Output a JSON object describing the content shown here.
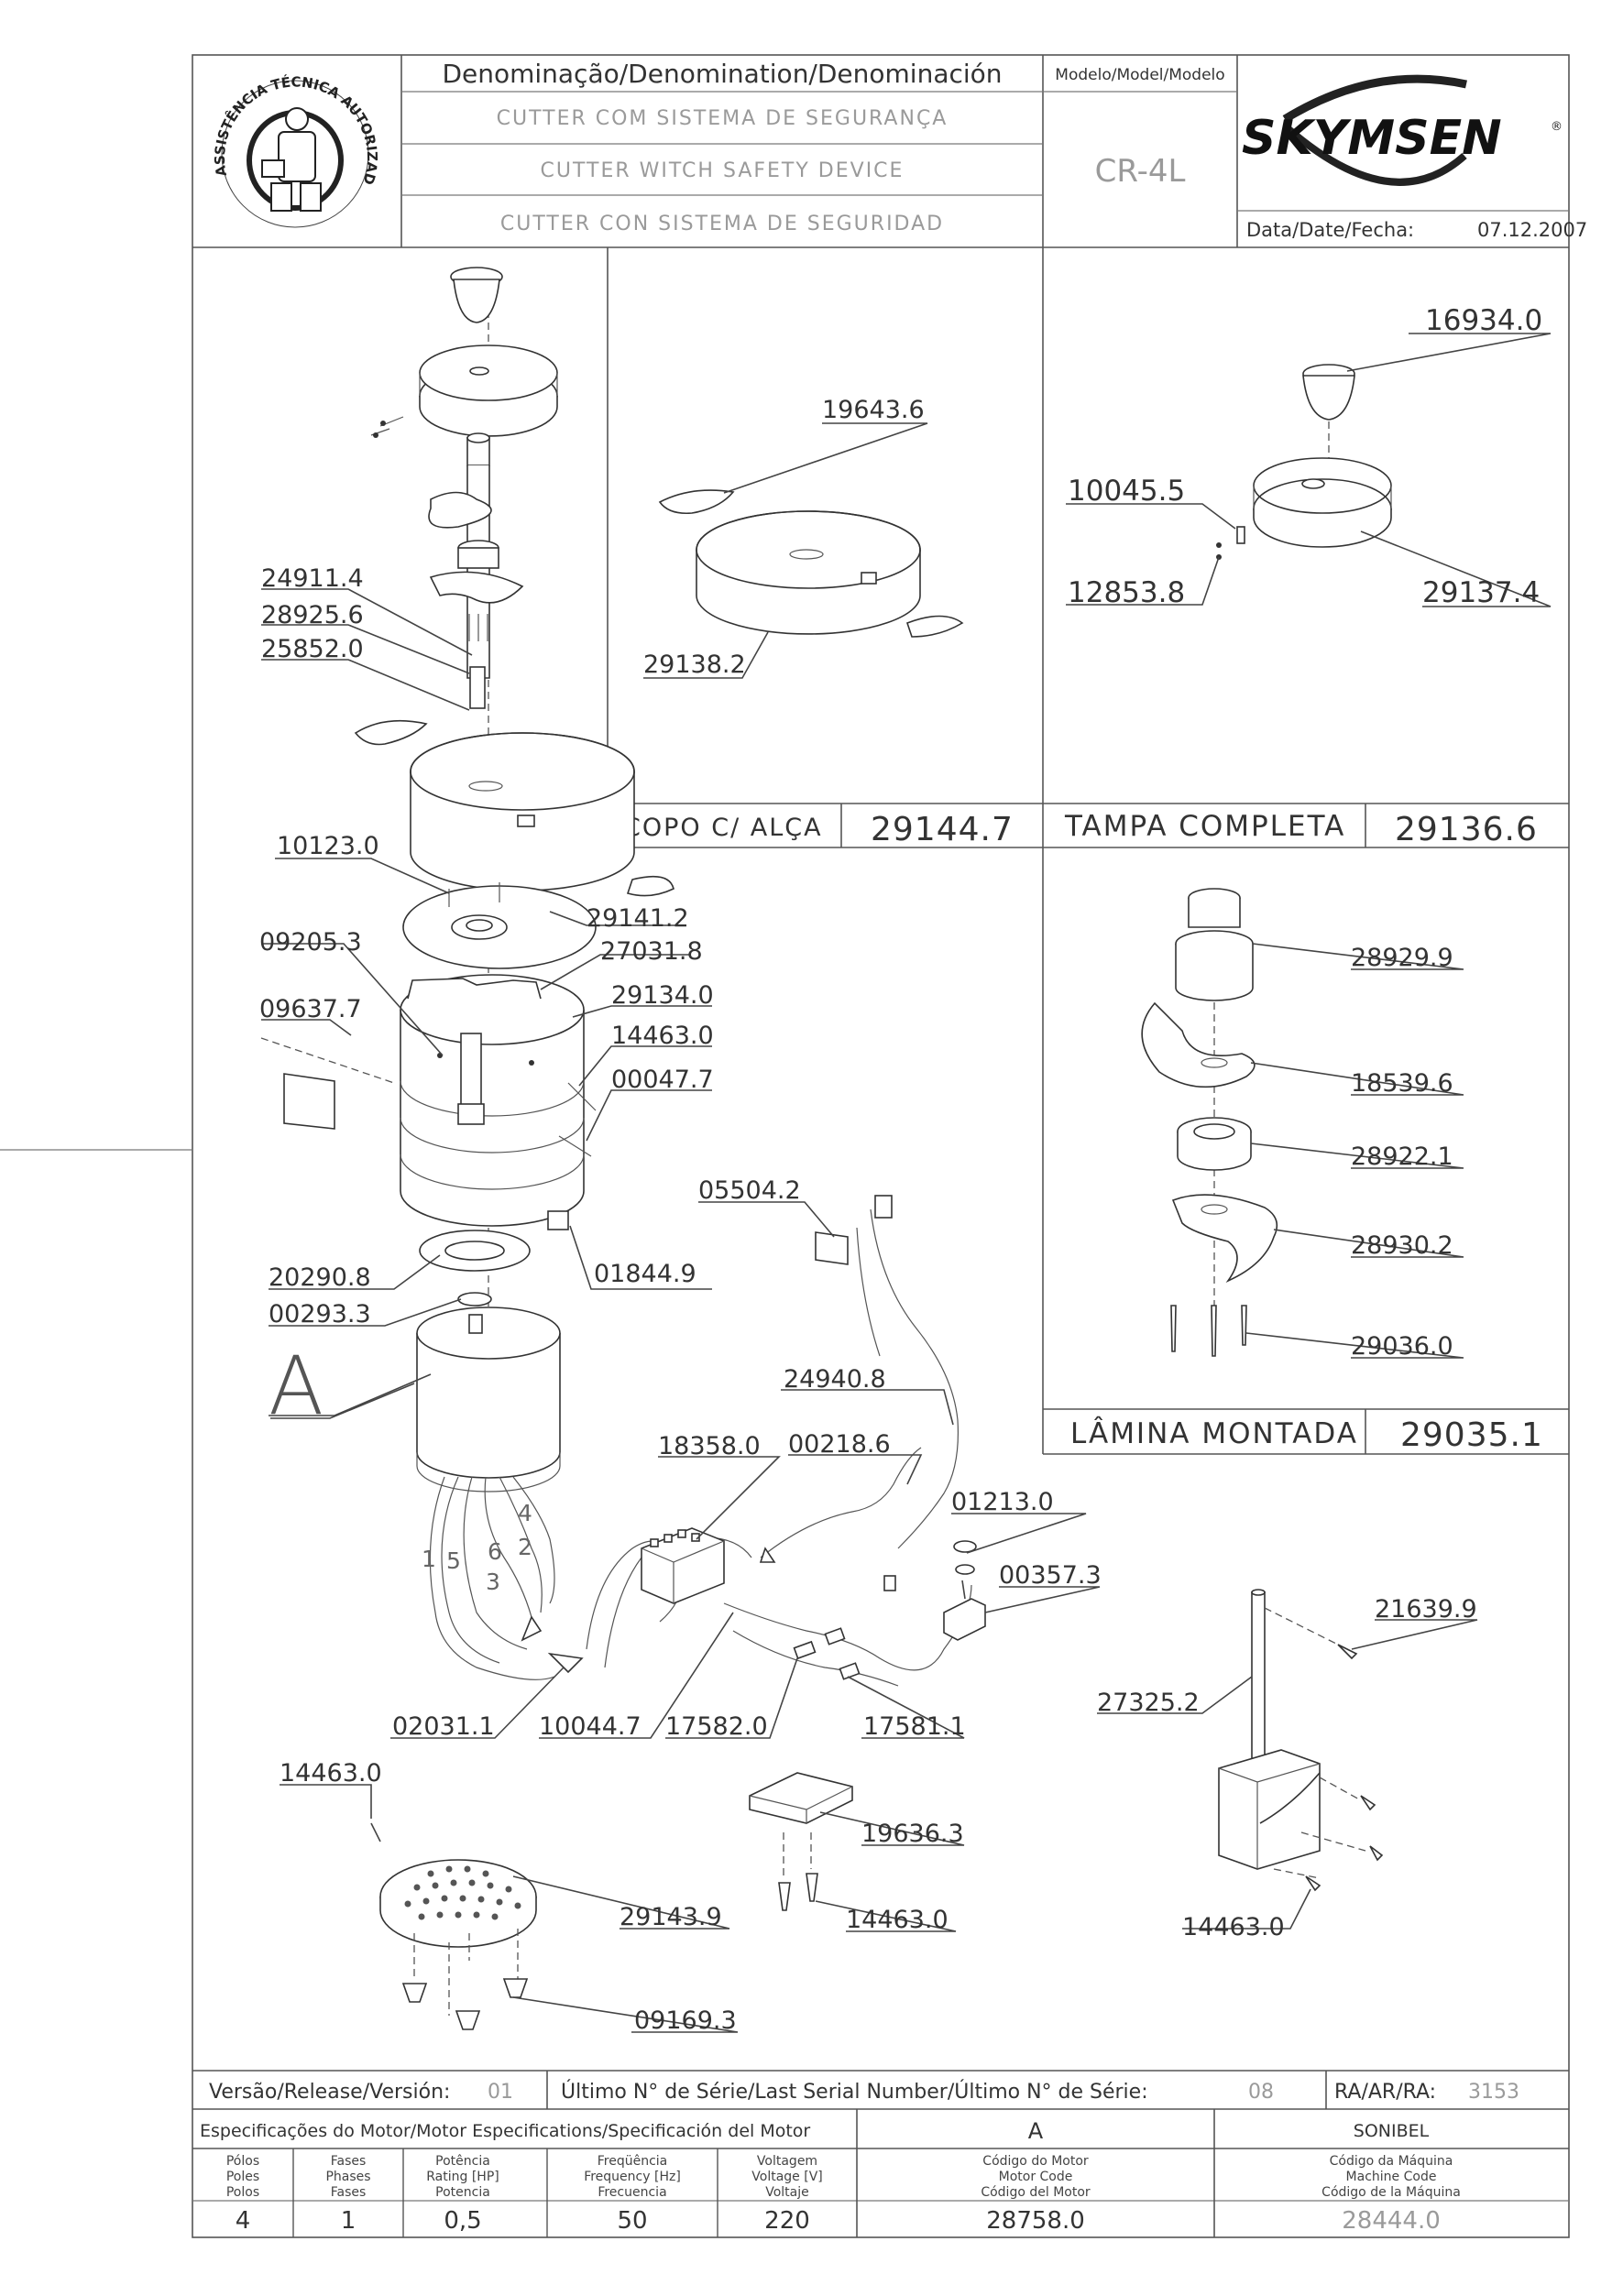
{
  "header": {
    "denomination_label": "Denominação/Denomination/Denominación",
    "name_pt": "CUTTER COM SISTEMA DE SEGURANÇA",
    "name_en": "CUTTER WITCH SAFETY DEVICE",
    "name_es": "CUTTER CON SISTEMA DE SEGURIDAD",
    "model_label": "Modelo/Model/Modelo",
    "model_value": "CR-4L",
    "brand": "SKYMSEN",
    "date_label": "Data/Date/Fecha:",
    "date_value": "07.12.2007",
    "stamp_text": "ASSISTÊNCIA TÉCNICA AUTORIZADA"
  },
  "panels": {
    "copo": {
      "title": "COPO C/ ALÇA",
      "code": "29144.7"
    },
    "tampa": {
      "title": "TAMPA COMPLETA",
      "code": "29136.6"
    },
    "lamina": {
      "title": "LÂMINA MONTADA",
      "code": "29035.1"
    }
  },
  "labels": {
    "p24911": "24911.4",
    "p28925": "28925.6",
    "p25852": "25852.0",
    "p10123": "10123.0",
    "p29141": "29141.2",
    "p09205": "09205.3",
    "p27031": "27031.8",
    "p09637": "09637.7",
    "p29134": "29134.0",
    "p14463a": "14463.0",
    "p00047": "00047.7",
    "p01844": "01844.9",
    "p20290": "20290.8",
    "p00293": "00293.3",
    "pA": "A",
    "p05504": "05504.2",
    "p24940": "24940.8",
    "p18358": "18358.0",
    "p00218": "00218.6",
    "p01213": "01213.0",
    "p00357": "00357.3",
    "p02031": "02031.1",
    "p10044": "10044.7",
    "p17582": "17582.0",
    "p17581": "17581.1",
    "p14463b": "14463.0",
    "p29143": "29143.9",
    "p09169": "09169.3",
    "p19636": "19636.3",
    "p14463c": "14463.0",
    "p21639": "21639.9",
    "p27325": "27325.2",
    "p14463d": "14463.0",
    "p19643": "19643.6",
    "p29138": "29138.2",
    "p16934": "16934.0",
    "p10045": "10045.5",
    "p12853": "12853.8",
    "p29137": "29137.4",
    "p28929": "28929.9",
    "p18539": "18539.6",
    "p28922": "28922.1",
    "p28930": "28930.2",
    "p29036": "29036.0",
    "w1": "1",
    "w5": "5",
    "w6": "6",
    "w3": "3",
    "w2": "2",
    "w4": "4"
  },
  "footer": {
    "version_label": "Versão/Release/Versión:",
    "version_value": "01",
    "serial_label": "Último N° de Série/Last Serial Number/Último N° de Série:",
    "serial_value": "08",
    "ra_label": "RA/AR/RA:",
    "ra_value": "3153",
    "motor_spec_label": "Especificações do Motor/Motor Especifications/Specificación del Motor",
    "motor_ref": "A",
    "maker": "SONIBEL",
    "columns": [
      {
        "h1": "Pólos",
        "h2": "Poles",
        "h3": "Polos",
        "value": "4"
      },
      {
        "h1": "Fases",
        "h2": "Phases",
        "h3": "Fases",
        "value": "1"
      },
      {
        "h1": "Potência",
        "h2": "Rating [HP]",
        "h3": "Potencia",
        "value": "0,5"
      },
      {
        "h1": "Freqüência",
        "h2": "Frequency [Hz]",
        "h3": "Frecuencia",
        "value": "50"
      },
      {
        "h1": "Voltagem",
        "h2": "Voltage [V]",
        "h3": "Voltaje",
        "value": "220"
      },
      {
        "h1": "Código do Motor",
        "h2": "Motor Code",
        "h3": "Código del Motor",
        "value": "28758.0"
      },
      {
        "h1": "Código da Máquina",
        "h2": "Machine Code",
        "h3": "Código de la Máquina",
        "value": "28444.0"
      }
    ]
  }
}
